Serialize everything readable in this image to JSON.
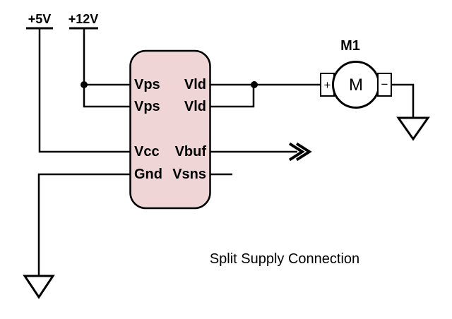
{
  "caption": "Split Supply Connection",
  "colors": {
    "wire": "#000000",
    "ic_fill": "#efd5d5",
    "background": "#ffffff"
  },
  "power_rails": {
    "rail_5v": "+5V",
    "rail_12v": "+12V"
  },
  "ic": {
    "pins_left": [
      "Vps",
      "Vps",
      "Vcc",
      "Gnd"
    ],
    "pins_right": [
      "Vld",
      "Vld",
      "Vbuf",
      "Vsns"
    ]
  },
  "motor": {
    "designator": "M1",
    "label": "M",
    "terminal_plus": "+",
    "terminal_minus": "−"
  }
}
